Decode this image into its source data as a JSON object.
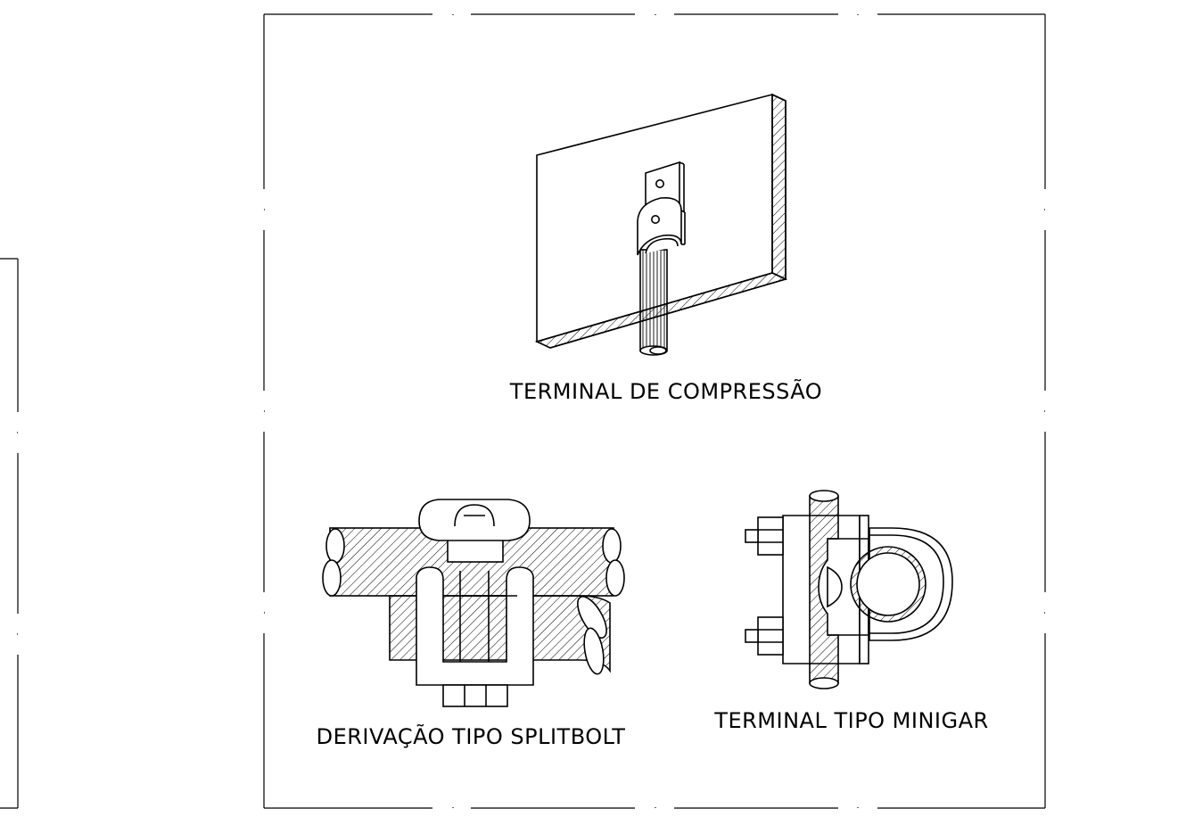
{
  "colors": {
    "ink": "#000000",
    "paper": "#ffffff"
  },
  "labels": {
    "compression": "TERMINAL DE COMPRESSÃO",
    "splitbolt": "DERIVAÇÃO TIPO SPLITBOLT",
    "minigar": "TERMINAL TIPO MINIGAR"
  }
}
